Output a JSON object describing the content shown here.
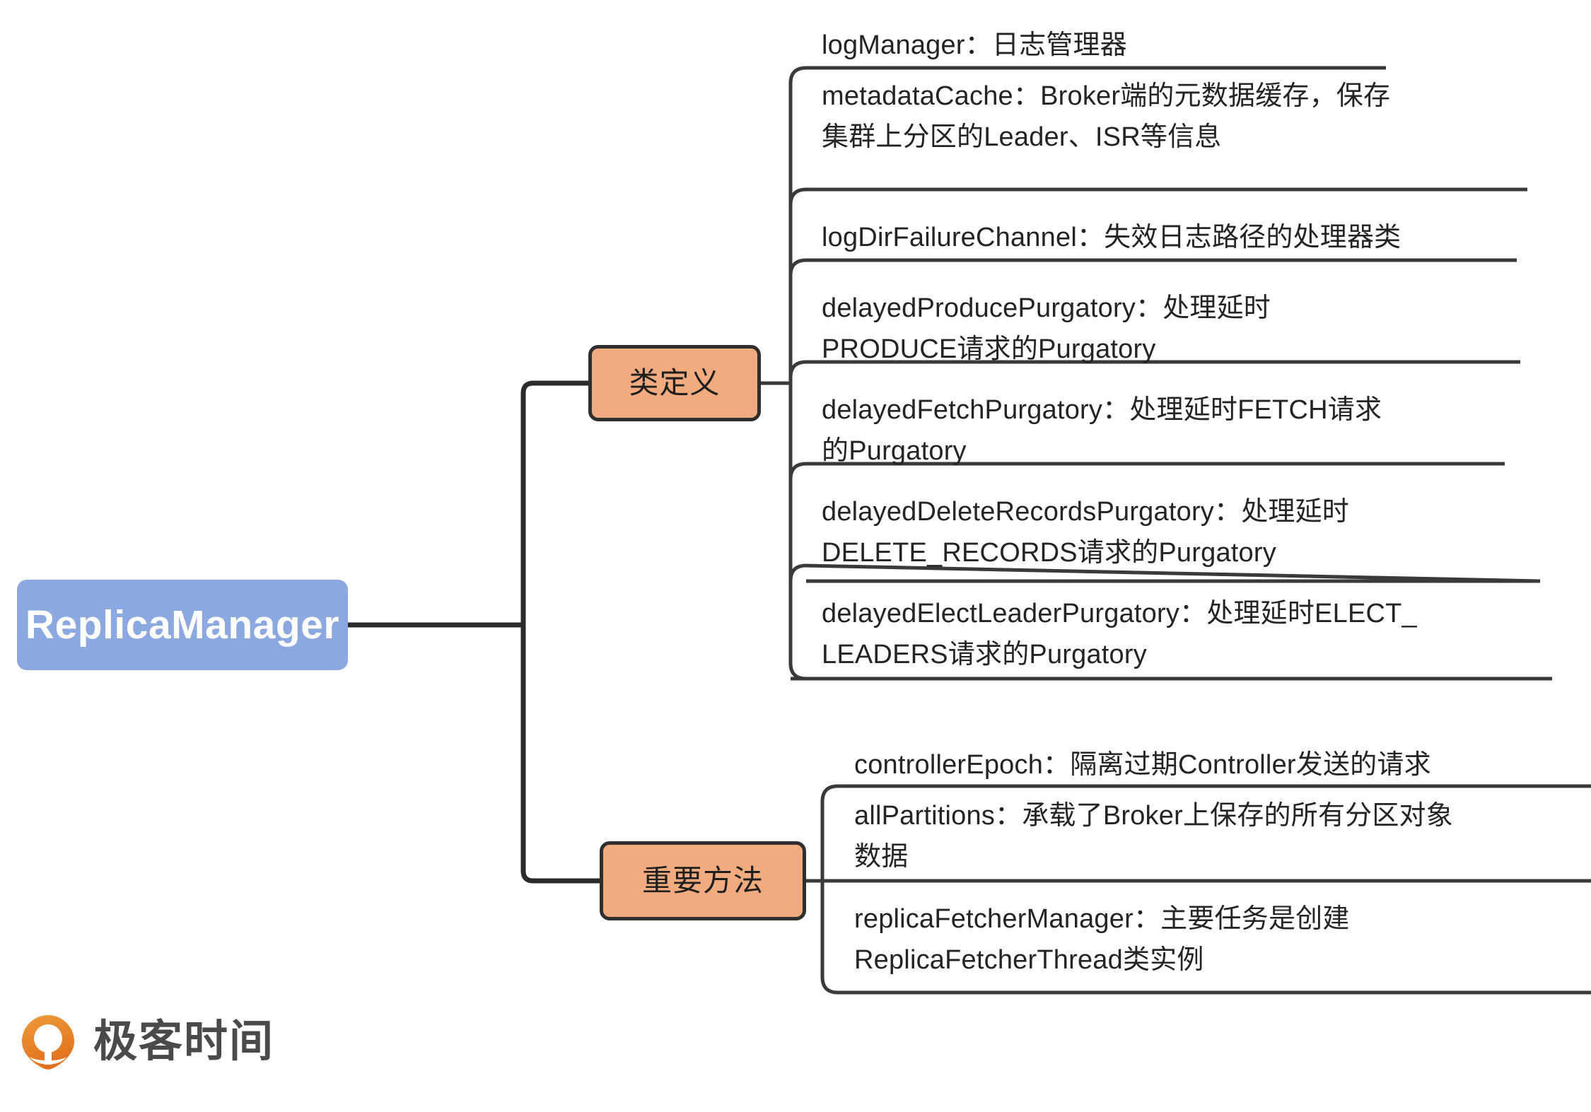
{
  "diagram": {
    "type": "mindmap",
    "title": "ReplicaManager",
    "root": {
      "label": "ReplicaManager",
      "fill": "#8CA8E0",
      "text_color": "#FFFFFF"
    },
    "branch_fill": "#F2AB7E",
    "branch_border": "#2F2F2F",
    "connector_color": "#2B2B2B",
    "leaf_line_color": "#3A3A3A",
    "branches": [
      {
        "label": "类定义",
        "leaves": [
          {
            "text": "logManager：日志管理器"
          },
          {
            "text": "metadataCache：Broker端的元数据缓存，保存\n集群上分区的Leader、ISR等信息"
          },
          {
            "text": "logDirFailureChannel：失效日志路径的处理器类"
          },
          {
            "text": "delayedProducePurgatory：处理延时\nPRODUCE请求的Purgatory"
          },
          {
            "text": "delayedFetchPurgatory：处理延时FETCH请求\n的Purgatory"
          },
          {
            "text": "delayedDeleteRecordsPurgatory：处理延时\nDELETE_RECORDS请求的Purgatory"
          },
          {
            "text": "delayedElectLeaderPurgatory：处理延时ELECT_\nLEADERS请求的Purgatory"
          }
        ]
      },
      {
        "label": "重要方法",
        "leaves": [
          {
            "text": "controllerEpoch：隔离过期Controller发送的请求"
          },
          {
            "text": "allPartitions：承载了Broker上保存的所有分区对象\n数据"
          },
          {
            "text": "replicaFetcherManager：主要任务是创建\nReplicaFetcherThread类实例"
          }
        ]
      }
    ]
  },
  "watermark": {
    "logo_text": "极客时间",
    "logo_icon": "geektime-pin-icon",
    "logo_color": "#E8802B"
  }
}
